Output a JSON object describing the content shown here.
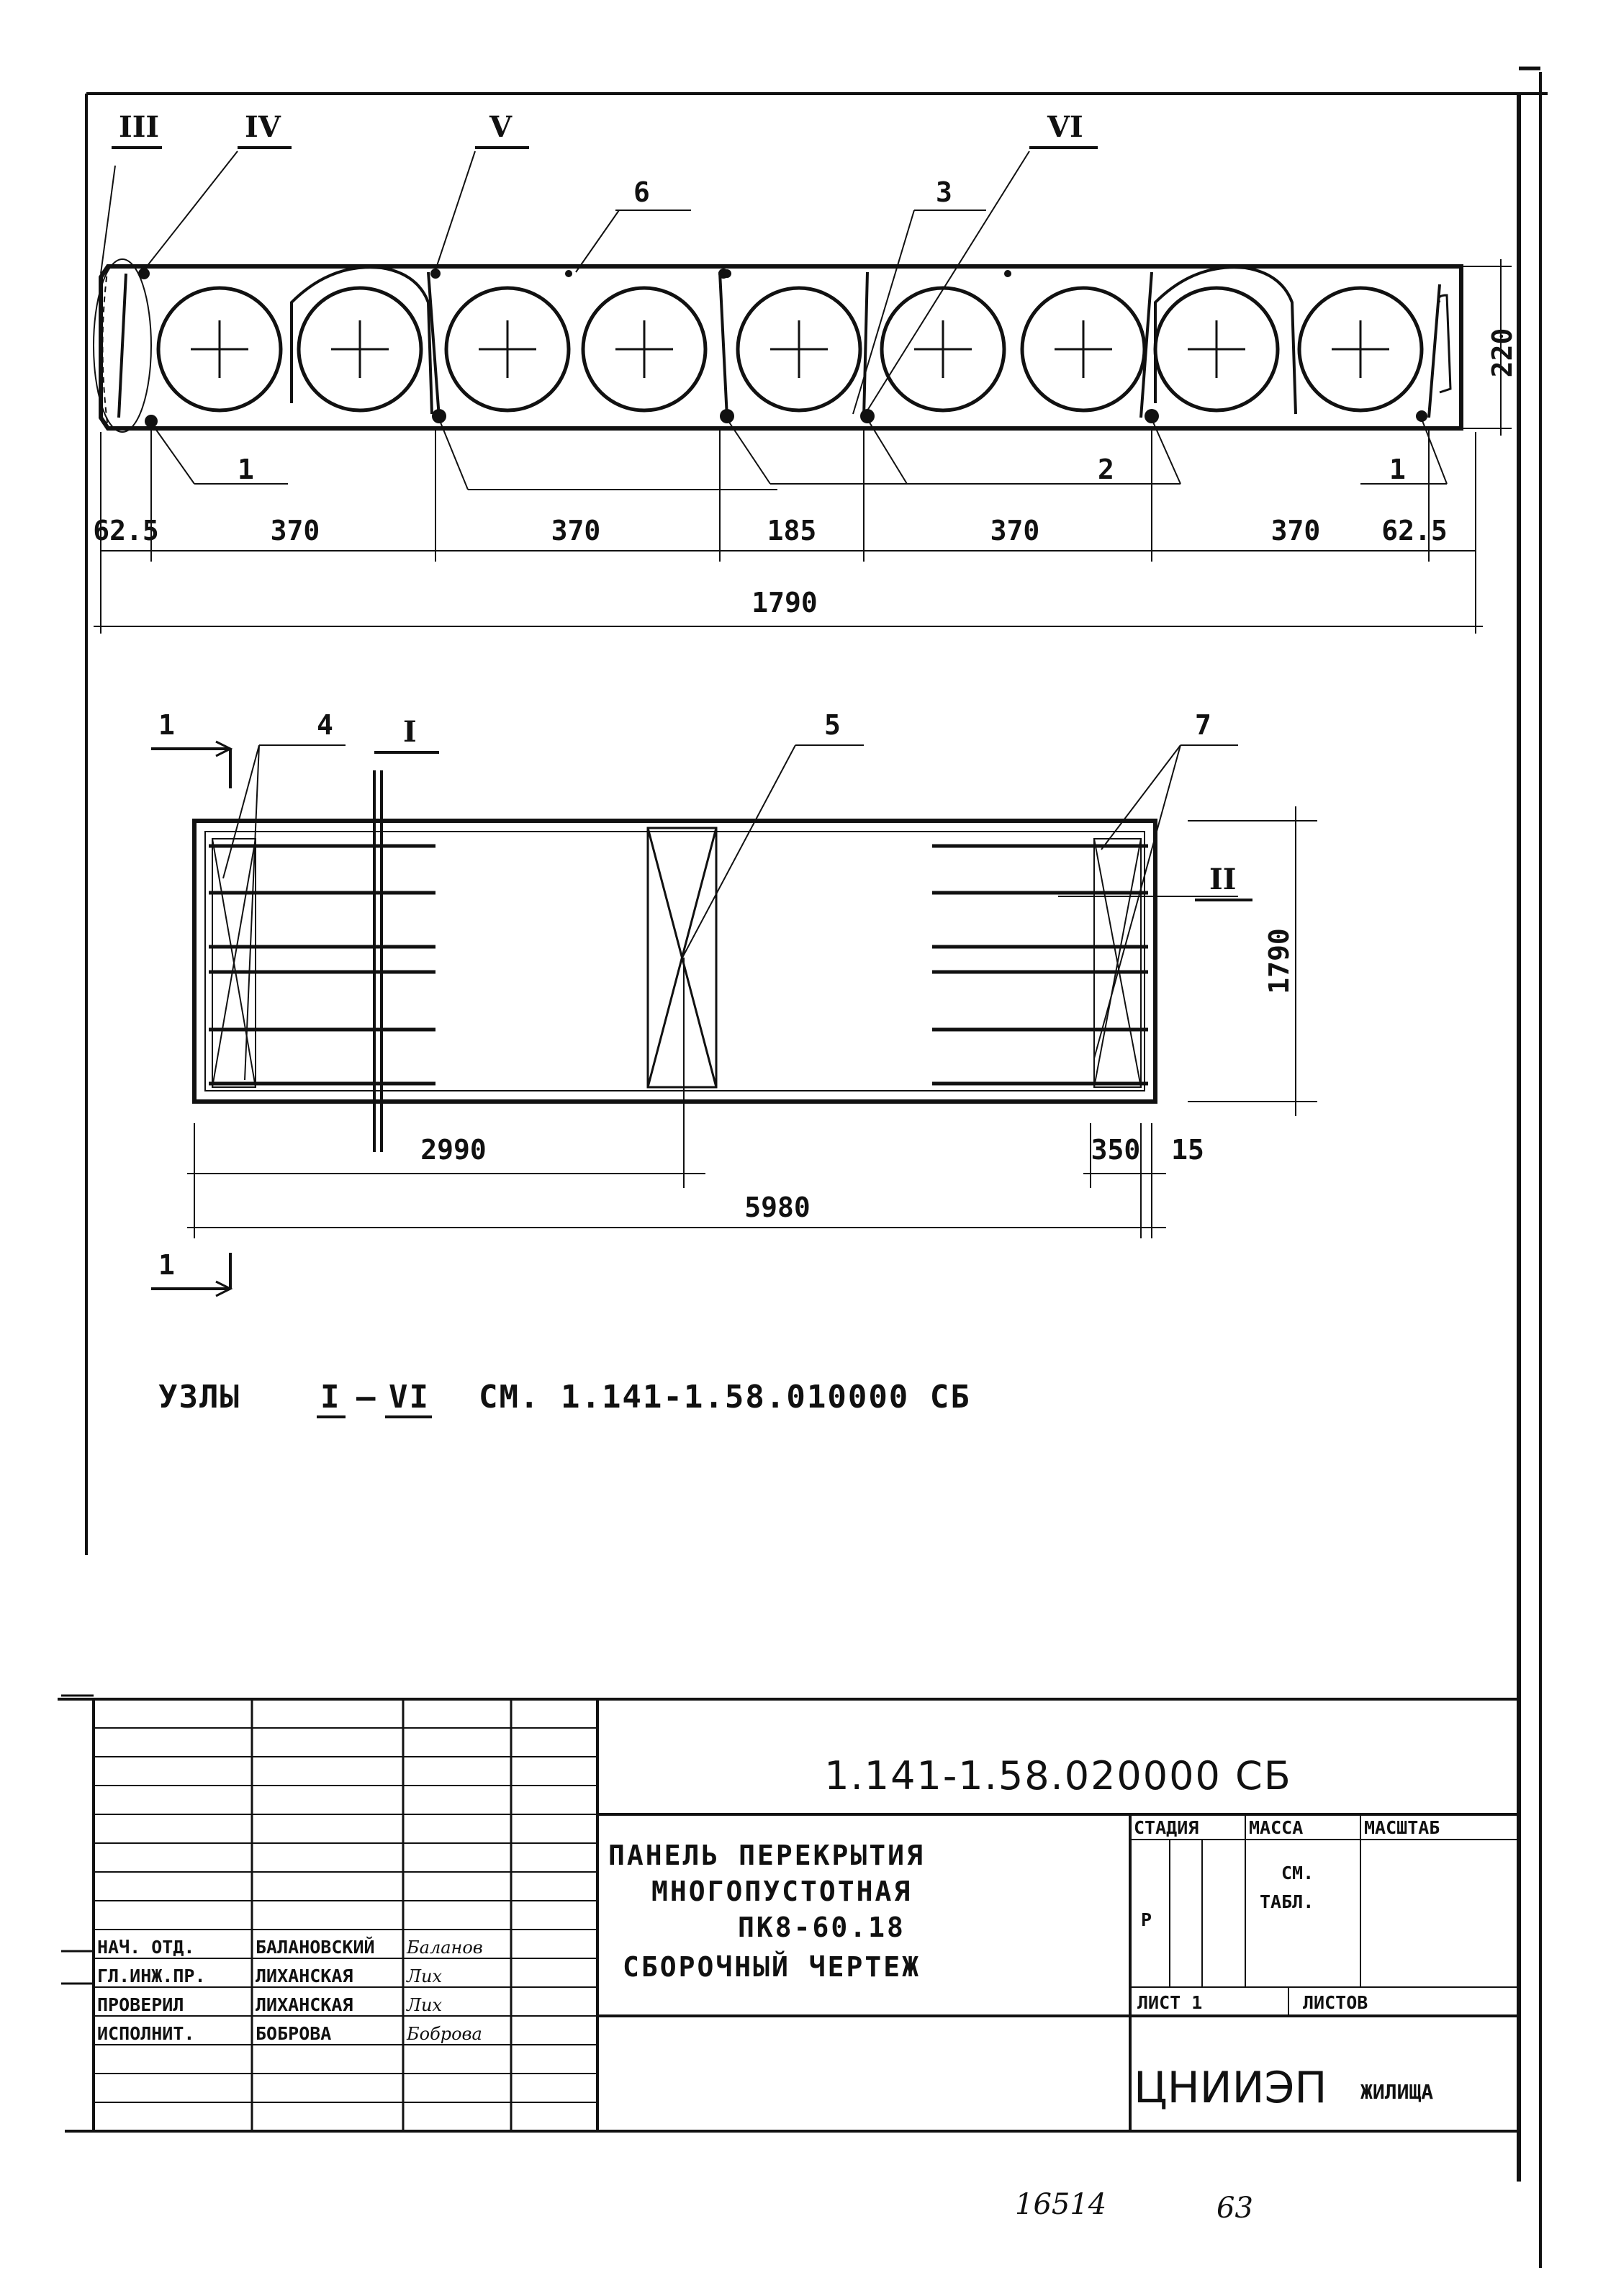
{
  "section": {
    "node_marks": [
      "III",
      "IV",
      "V",
      "VI"
    ],
    "callouts": {
      "c6": "6",
      "c3": "3",
      "c1_left": "1",
      "c2": "2",
      "c1_right": "1"
    },
    "height_dim": "220",
    "dims_row": [
      "62.5",
      "370",
      "370",
      "185",
      "370",
      "370",
      "62.5"
    ],
    "total_width": "1790"
  },
  "plan": {
    "section_marker": "1",
    "node_I": "I",
    "node_II": "II",
    "callouts": {
      "c4": "4",
      "c5": "5",
      "c7": "7"
    },
    "height_dim": "1790",
    "dim_half": "2990",
    "dim_350": "350",
    "dim_15": "15",
    "total_length": "5980"
  },
  "note": {
    "prefix": "УЗЛЫ",
    "from": "I",
    "dash": "–",
    "to": "VI",
    "suffix": "СМ. 1.141-1.58.010000  СБ"
  },
  "title_block": {
    "code": "1.141-1.58.020000  СБ",
    "roles": [
      "НАЧ. ОТД.",
      "ГЛ.ИНЖ.ПР.",
      "ПРОВЕРИЛ",
      "ИСПОЛНИТ."
    ],
    "names": [
      "БАЛАНОВСКИЙ",
      "ЛИХАНСКАЯ",
      "ЛИХАНСКАЯ",
      "БОБРОВА"
    ],
    "signatures": [
      "Баланов",
      "Лих",
      "Лих",
      "Боброва"
    ],
    "title_lines": [
      "ПАНЕЛЬ  ПЕРЕКРЫТИЯ",
      "МНОГОПУСТОТНАЯ",
      "ПК8-60.18",
      "СБОРОЧНЫЙ  ЧЕРТЕЖ"
    ],
    "stage_label": "СТАДИЯ",
    "mass_label": "МАССА",
    "scale_label": "МАСШТАБ",
    "stage_value": "Р",
    "mass_value_1": "СМ.",
    "mass_value_2": "ТАБЛ.",
    "sheet_label": "ЛИСТ 1",
    "sheets_label": "ЛИСТОВ",
    "org_main": "ЦНИИЭП",
    "org_sub": "ЖИЛИЩА"
  },
  "footer": {
    "inventory_no": "16514",
    "page_no": "63"
  }
}
